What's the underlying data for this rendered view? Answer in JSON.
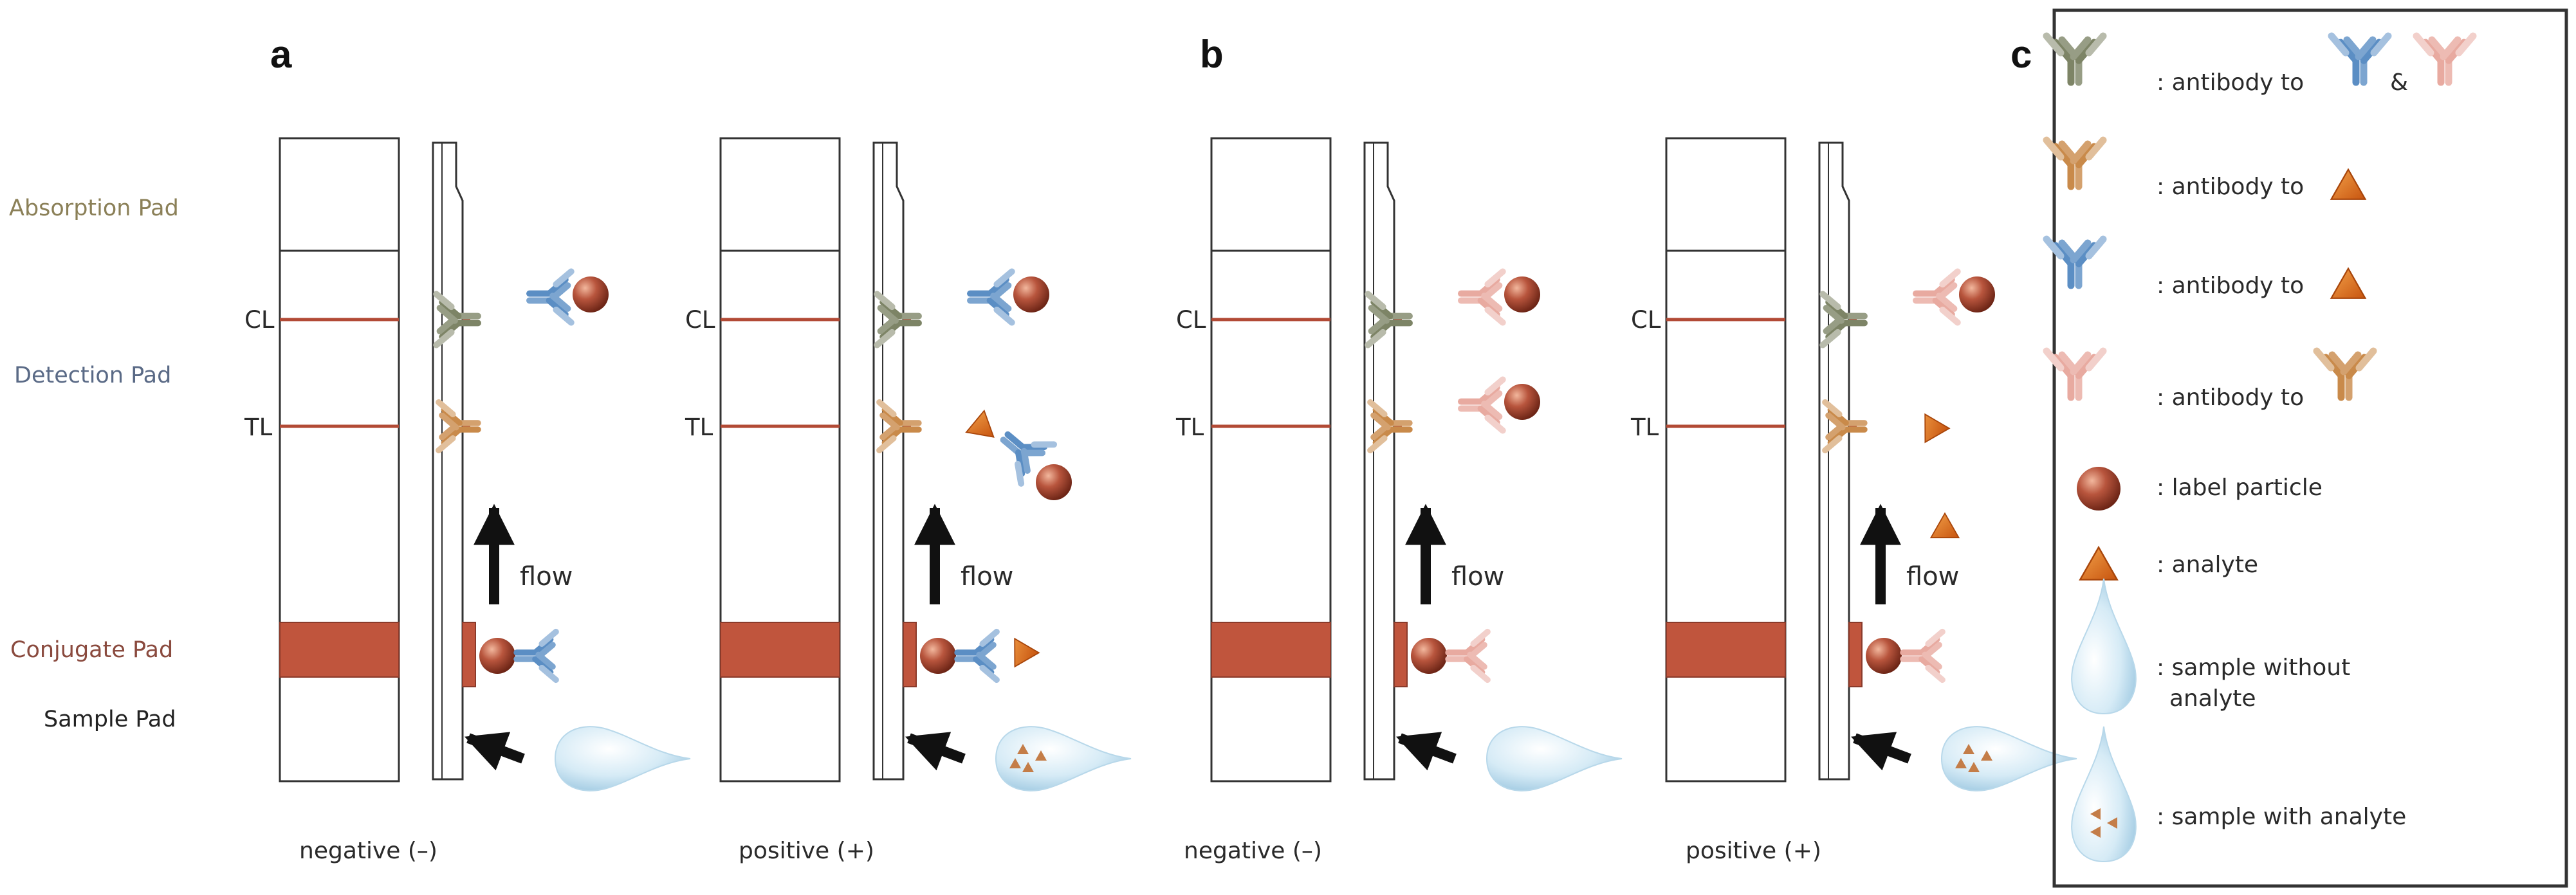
{
  "panels": [
    {
      "letter": "a"
    },
    {
      "letter": "b"
    },
    {
      "letter": "c"
    }
  ],
  "pad_labels": {
    "absorption": "Absorption Pad",
    "detection": "Detection Pad",
    "conjugate": "Conjugate Pad",
    "sample": "Sample Pad"
  },
  "line_labels": {
    "control": "CL",
    "test": "TL"
  },
  "flow_label": "flow",
  "strips": [
    {
      "panel": "a",
      "caption": "negative (–)",
      "result": "negative"
    },
    {
      "panel": "a",
      "caption": "positive (+)",
      "result": "positive"
    },
    {
      "panel": "b",
      "caption": "negative (–)",
      "result": "negative"
    },
    {
      "panel": "b",
      "caption": "positive (+)",
      "result": "positive"
    }
  ],
  "legend": {
    "items": [
      {
        "text": ": antibody to",
        "extra": "&"
      },
      {
        "text": ": antibody to"
      },
      {
        "text": ": antibody to"
      },
      {
        "text": ": antibody to"
      },
      {
        "text": ": label particle"
      },
      {
        "text": ": analyte"
      },
      {
        "text": [
          ": sample without",
          "analyte"
        ]
      },
      {
        "text": ": sample with analyte"
      }
    ]
  },
  "colors": {
    "absorption_label": "#8b8058",
    "detection_label": "#5a6a86",
    "conjugate_label": "#8a4a3e",
    "sample_label": "#222222",
    "strip_line": "#b24a35",
    "conjugate_pad": "#c0553d",
    "antibody_olive": "#7d8466",
    "antibody_orange": "#c98a4a",
    "antibody_blue": "#5b8ec4",
    "antibody_pink": "#e8aaa0",
    "particle": "#a64a36",
    "analyte": "#e07a1f",
    "drop": "#c9e3f1"
  }
}
